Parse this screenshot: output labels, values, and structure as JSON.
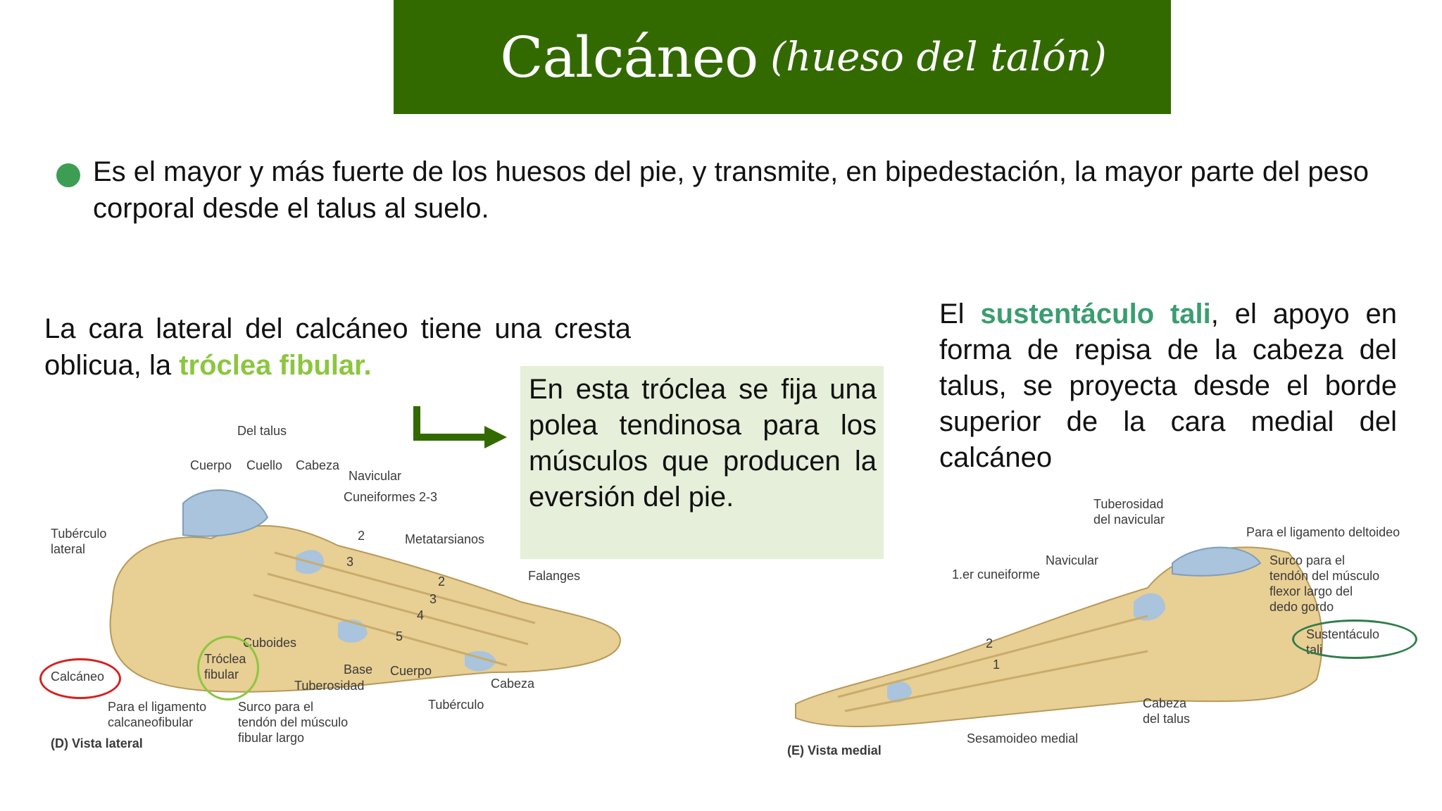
{
  "title": {
    "main": "Calcáneo",
    "sub": "(hueso del talón)"
  },
  "bullet": "Es el mayor y más fuerte de los huesos del pie, y transmite, en bipedestación, la mayor parte del peso corporal desde el talus al suelo.",
  "left_para": {
    "before": "La cara lateral del calcáneo tiene una cresta oblicua, la ",
    "highlight": "tróclea fibular."
  },
  "note_box": "En esta tróclea se fija una polea tendinosa para los músculos que producen la eversión del pie.",
  "right_para": {
    "before": "El ",
    "highlight": "sustentáculo tali",
    "after": ", el apoyo en forma de repisa de la cabeza del talus, se proyecta desde el borde superior de la cara medial del calcáneo"
  },
  "figure_lateral": {
    "labels": {
      "del_talus": "Del talus",
      "cuerpo": "Cuerpo",
      "cuello": "Cuello",
      "cabeza": "Cabeza",
      "navicular": "Navicular",
      "cuneiformes": "Cuneiformes 2-3",
      "metatarsianos": "Metatarsianos",
      "falanges": "Falanges",
      "tuberculo_lateral": "Tubérculo\nlateral",
      "calcaneo": "Calcáneo",
      "troclea_fibular": "Tróclea\nfibular",
      "cuboides": "Cuboides",
      "base": "Base",
      "cuerpo2": "Cuerpo",
      "tuberosidad": "Tuberosidad",
      "cabeza2": "Cabeza",
      "tuberculo": "Tubérculo",
      "para_ligamento": "Para el ligamento\ncalcaneofibular",
      "surco": "Surco para el\ntendón del músculo\nfibular largo",
      "n2": "2",
      "n3": "3",
      "n4": "4",
      "n5": "5",
      "m2": "2",
      "m3": "3",
      "caption": "(D) Vista lateral"
    }
  },
  "figure_medial": {
    "labels": {
      "tuberosidad_navicular": "Tuberosidad\ndel navicular",
      "ligamento_deltoideo": "Para el ligamento deltoideo",
      "navicular": "Navicular",
      "cuneiforme": "1.er cuneiforme",
      "surco": "Surco para el\ntendón del músculo\nflexor largo del\ndedo gordo",
      "sustentaculo": "Sustentáculo\ntali",
      "cabeza_talus": "Cabeza\ndel talus",
      "sesamoideo": "Sesamoideo medial",
      "n1": "1",
      "n2": "2",
      "caption": "(E) Vista medial"
    }
  },
  "colors": {
    "title_bg": "#336a00",
    "bullet": "#3d9e53",
    "light_green": "#8cc63f",
    "teal": "#3a9d70",
    "note_bg": "#e6efd9",
    "bone": "#e8cf94",
    "cartilage": "#a9c4dc",
    "ring_red": "#d62020",
    "ring_green": "#8cc63f",
    "ring_dark": "#2f7d4a"
  }
}
